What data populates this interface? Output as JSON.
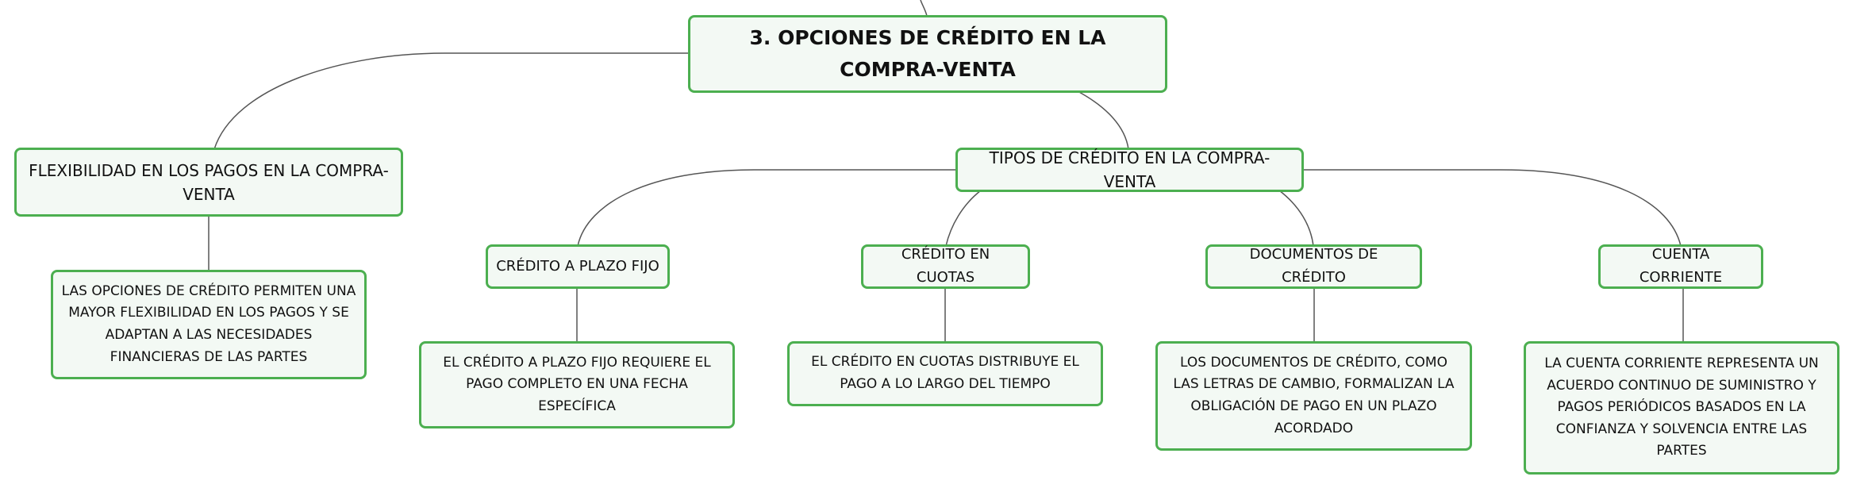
{
  "mindmap": {
    "root": {
      "label": "3. OPCIONES DE CRÉDITO EN LA COMPRA-VENTA"
    },
    "branches": [
      {
        "label": "FLEXIBILIDAD EN LOS PAGOS EN LA COMPRA-VENTA",
        "children": [
          {
            "label": "LAS OPCIONES DE CRÉDITO PERMITEN UNA MAYOR FLEXIBILIDAD EN LOS PAGOS Y SE ADAPTAN A LAS NECESIDADES FINANCIERAS DE LAS PARTES"
          }
        ]
      },
      {
        "label": "TIPOS DE CRÉDITO EN LA COMPRA-VENTA",
        "children": [
          {
            "label": "CRÉDITO A PLAZO FIJO",
            "detail": "EL CRÉDITO A PLAZO FIJO REQUIERE EL PAGO COMPLETO EN UNA FECHA ESPECÍFICA"
          },
          {
            "label": "CRÉDITO EN CUOTAS",
            "detail": "EL CRÉDITO EN CUOTAS DISTRIBUYE EL PAGO A LO LARGO DEL TIEMPO"
          },
          {
            "label": "DOCUMENTOS DE CRÉDITO",
            "detail": "LOS DOCUMENTOS DE CRÉDITO, COMO LAS LETRAS DE CAMBIO, FORMALIZAN LA OBLIGACIÓN DE PAGO EN UN PLAZO ACORDADO"
          },
          {
            "label": "CUENTA CORRIENTE",
            "detail": "LA CUENTA CORRIENTE REPRESENTA UN ACUERDO CONTINUO DE SUMINISTRO Y PAGOS PERIÓDICOS BASADOS EN LA CONFIANZA Y SOLVENCIA ENTRE LAS PARTES"
          }
        ]
      }
    ],
    "colors": {
      "node_border": "#4caf50",
      "node_fill": "#f3f9f4",
      "connector": "#555555",
      "text": "#111111"
    }
  }
}
